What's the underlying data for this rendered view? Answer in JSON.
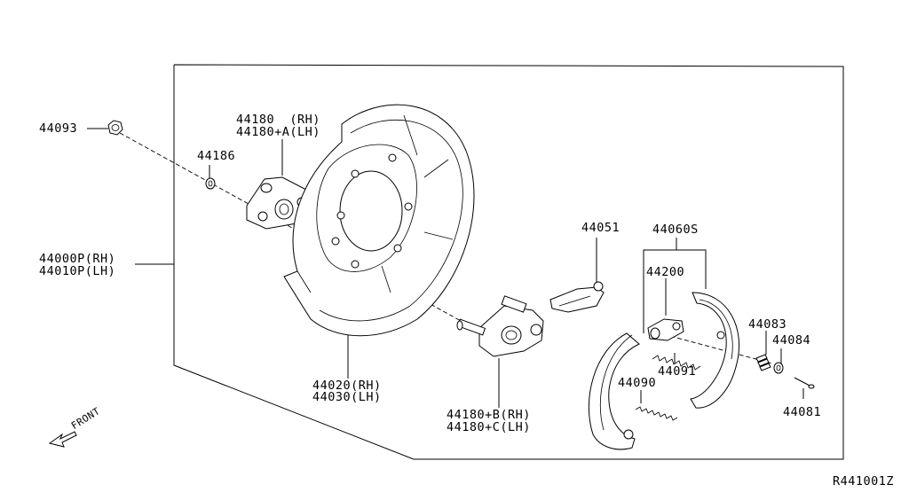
{
  "diagram_code": "R441001Z",
  "front_label": "FRONT",
  "labels": {
    "p44093": "44093",
    "p44186": "44186",
    "p44180_rh": "44180  (RH)",
    "p44180a_lh": "44180+A(LH)",
    "p44000_rh": "44000P(RH)",
    "p44010_lh": "44010P(LH)",
    "p44020_rh": "44020(RH)",
    "p44030_lh": "44030(LH)",
    "p44180b_rh": "44180+B(RH)",
    "p44180c_lh": "44180+C(LH)",
    "p44051": "44051",
    "p44060s": "44060S",
    "p44200": "44200",
    "p44091": "44091",
    "p44090": "44090",
    "p44083": "44083",
    "p44084": "44084",
    "p44081": "44081"
  }
}
